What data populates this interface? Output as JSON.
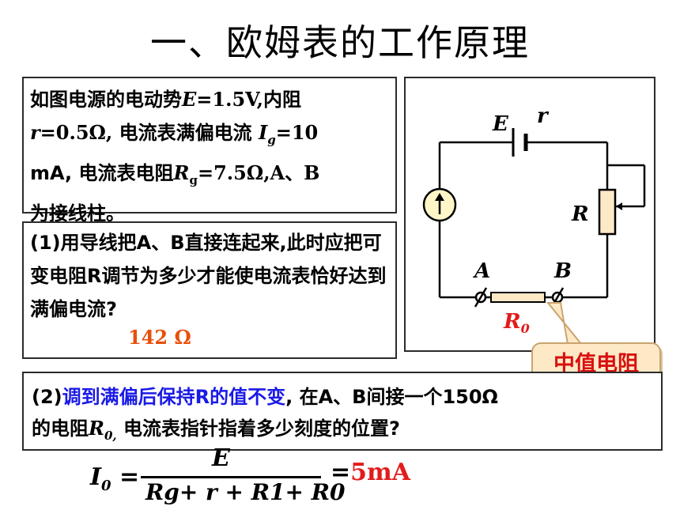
{
  "title": "一、欧姆表的工作原理",
  "problem": {
    "p1": "如图电源的电动势",
    "E": "E",
    "eq1": "=1.5V,",
    "p2": "内阻",
    "r": "r",
    "eq2": "=0.5Ω,",
    "p3": " 电流表满偏电流 ",
    "I": "I",
    "g1": "g",
    "eq3": "=10",
    "mA": "mA,",
    "p4": " 电流表电阻",
    "R": "R",
    "g2": "g",
    "eq4": "=7.5Ω,A、B",
    "p5": "为接线柱。"
  },
  "q1": {
    "text": "(1)用导线把A、B直接连起来,此时应把可变电阻R调节为多少才能使电流表恰好达到满偏电流?",
    "answer": "142 Ω"
  },
  "q2": {
    "prefix": "(2)",
    "highlight": "调到满偏后保持R的值不变",
    "rest": ", 在A、B间接一个150Ω",
    "line2": "的电阻",
    "R0": "R",
    "sub0": "0,",
    "line2b": " 电流表指针指着多少刻度的位置?"
  },
  "circuit": {
    "labels": {
      "E": "E",
      "r": "r",
      "R": "R",
      "A": "A",
      "B": "B",
      "R0": "R",
      "R0_sub": "0"
    }
  },
  "callout": "中值电阻",
  "formula": {
    "lhs": "I",
    "lhs_sub": "0",
    "eq": "=",
    "numerator": "E",
    "denominator": "Rg+ r + R1+ R0",
    "result_eq": "=",
    "result_value": "5mA"
  },
  "colors": {
    "blue": "#1a1ae6",
    "red": "#e21b1b",
    "orange": "#e8500a",
    "callout_bg": "#fde9c6"
  }
}
